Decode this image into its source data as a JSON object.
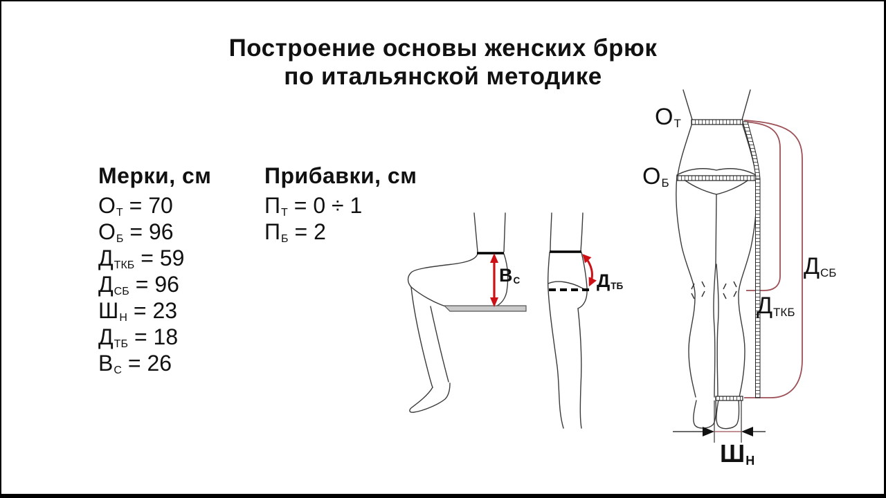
{
  "title": {
    "line1": "Построение основы женских брюк",
    "line2": "по итальянской методике"
  },
  "measurements": {
    "heading": "Мерки, см",
    "items": [
      {
        "sym": "О",
        "sub": "Т",
        "val": "= 70"
      },
      {
        "sym": "О",
        "sub": "Б",
        "val": "= 96"
      },
      {
        "sym": "Д",
        "sub": "ТКБ",
        "val": "= 59"
      },
      {
        "sym": "Д",
        "sub": "СБ",
        "val": "= 96"
      },
      {
        "sym": "Ш",
        "sub": "Н",
        "val": "= 23"
      },
      {
        "sym": "Д",
        "sub": "ТБ",
        "val": "= 18"
      },
      {
        "sym": "В",
        "sub": "С",
        "val": "= 26"
      }
    ]
  },
  "allowances": {
    "heading": "Прибавки, см",
    "items": [
      {
        "sym": "П",
        "sub": "Т",
        "val": "= 0 ÷ 1"
      },
      {
        "sym": "П",
        "sub": "Б",
        "val": "= 2"
      }
    ]
  },
  "figure_labels": {
    "sitting_height": {
      "sym": "В",
      "sub": "С"
    },
    "waist_to_hip": {
      "sym": "Д",
      "sub": "ТБ"
    },
    "waist_girth": {
      "sym": "О",
      "sub": "Т"
    },
    "hip_girth": {
      "sym": "О",
      "sub": "Б"
    },
    "side_length": {
      "sym": "Д",
      "sub": "СБ"
    },
    "waist_to_knee": {
      "sym": "Д",
      "sub": "ТКБ"
    },
    "bottom_width": {
      "sym": "Ш",
      "sub": "Н"
    }
  },
  "colors": {
    "arrow_red": "#cc1016",
    "curve_maroon": "#9c4f55",
    "outline_gray": "#3a3a3a",
    "seat_gray": "#c9c9c9"
  }
}
